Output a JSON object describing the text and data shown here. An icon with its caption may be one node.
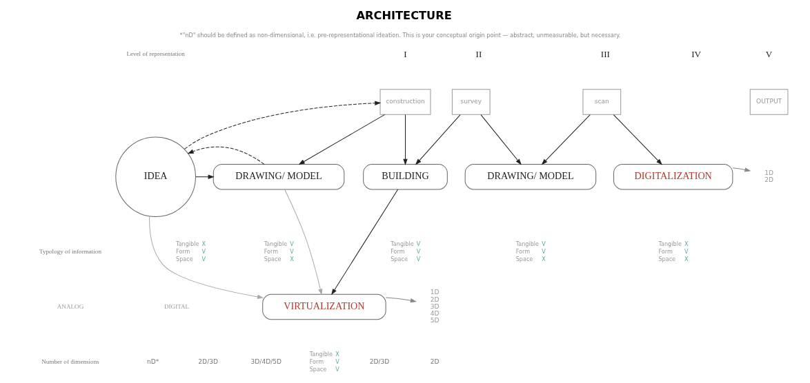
{
  "diagram": {
    "title": "ARCHITECTURE",
    "caption": "*\"nD\" should be defined as non-dimensional, i.e. pre-representational ideation. This is your conceptual origin point — abstract, unmeasurable, but necessary.",
    "nodes": [
      {
        "text": [
          "IDEA"
        ],
        "beside": [
          "Tangible",
          "X",
          "Form",
          "V",
          "Space",
          "V"
        ]
      },
      {
        "text": [
          "DRAWING/ MODEL"
        ],
        "beside": [
          "Tangible",
          "V",
          "Form",
          "V",
          "Space",
          "X"
        ]
      },
      {
        "text": [
          "BUILDING"
        ],
        "beside": [
          "Tangible",
          "V",
          "Form",
          "V",
          "Space",
          "V"
        ]
      },
      {
        "text": [
          "DRAWING/ MODEL"
        ],
        "beside": [
          "Tangible",
          "V",
          "Form",
          "V",
          "Space",
          "X"
        ]
      },
      {
        "text": [
          "DIGITALIZATION"
        ],
        "beside": [
          "Tangible",
          "X",
          "Form",
          "V",
          "Space",
          "X"
        ]
      },
      {
        "text": [
          "VIRTUALIZATION"
        ],
        "beside": [
          "Tangible",
          "X",
          "Form",
          "V",
          "Space",
          "V"
        ]
      },
      {
        "text": [
          "construction"
        ]
      },
      {
        "text": [
          "survey"
        ]
      },
      {
        "text": [
          "scan"
        ]
      },
      {
        "text": [
          "OUTPUT"
        ]
      },
      {
        "text": [
          "1D",
          "2D"
        ]
      },
      {
        "text": [
          "1D",
          "2D",
          "3D",
          "4D",
          "5D"
        ]
      }
    ],
    "edges": [
      {
        "from": 0,
        "to": 1,
        "arrow": "to"
      },
      {
        "from": 0,
        "to": 6,
        "arrow": "to",
        "style": "dashed"
      },
      {
        "from": 6,
        "to": 1,
        "arrow": "to"
      },
      {
        "from": 6,
        "to": 2,
        "arrow": "to"
      },
      {
        "from": 7,
        "to": 2,
        "arrow": "to"
      },
      {
        "from": 7,
        "to": 3,
        "arrow": "to"
      },
      {
        "from": 8,
        "to": 3,
        "arrow": "to"
      },
      {
        "from": 8,
        "to": 4,
        "arrow": "to"
      },
      {
        "from": 1,
        "to": 0,
        "arrow": "to",
        "style": "dashed"
      },
      {
        "from": 2,
        "to": 5,
        "arrow": "to"
      },
      {
        "from": 0,
        "to": 5,
        "arrow": "to",
        "color": "#aaaaaa"
      },
      {
        "from": 1,
        "to": 5,
        "arrow": "to",
        "color": "#aaaaaa"
      },
      {
        "from": 4,
        "to": 10,
        "arrow": "to",
        "color": "#888888"
      },
      {
        "from": 5,
        "to": 11,
        "arrow": "to",
        "color": "#888888"
      }
    ],
    "labels": [
      "Level of representation",
      "I",
      "II",
      "III",
      "IV",
      "V",
      "Typology of information",
      "ANALOG",
      "DIGITAL",
      "Number of dimensions",
      "nD*",
      "2D/3D",
      "3D/4D/5D",
      "2D/3D",
      "2D"
    ]
  }
}
